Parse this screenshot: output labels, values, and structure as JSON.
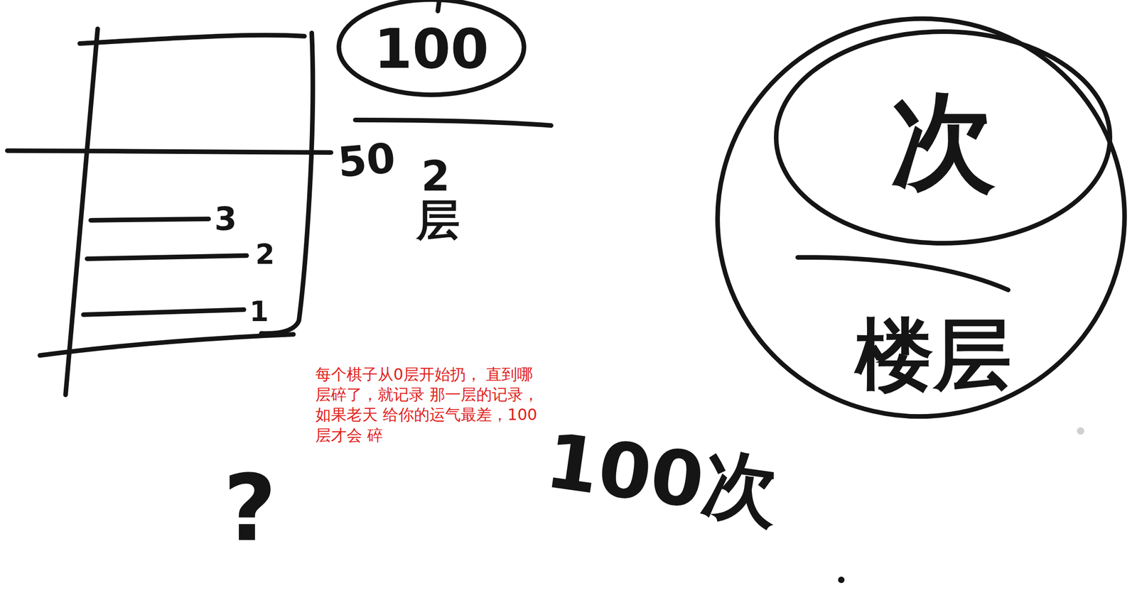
{
  "diagram": {
    "nodes": [
      {
        "text": [
          "100"
        ]
      },
      {
        "text": [
          "楼层"
        ]
      },
      {
        "text": [
          "次"
        ],
        "in": 1
      }
    ],
    "labels": [
      "50",
      "2",
      "层",
      "3",
      "2",
      "1",
      "?",
      "100次",
      "每个棋子从0层开始扔， 直到哪层碎了，就记录 那一层的记录，如果老天 给你的运气最差，100层才会 碎"
    ]
  }
}
